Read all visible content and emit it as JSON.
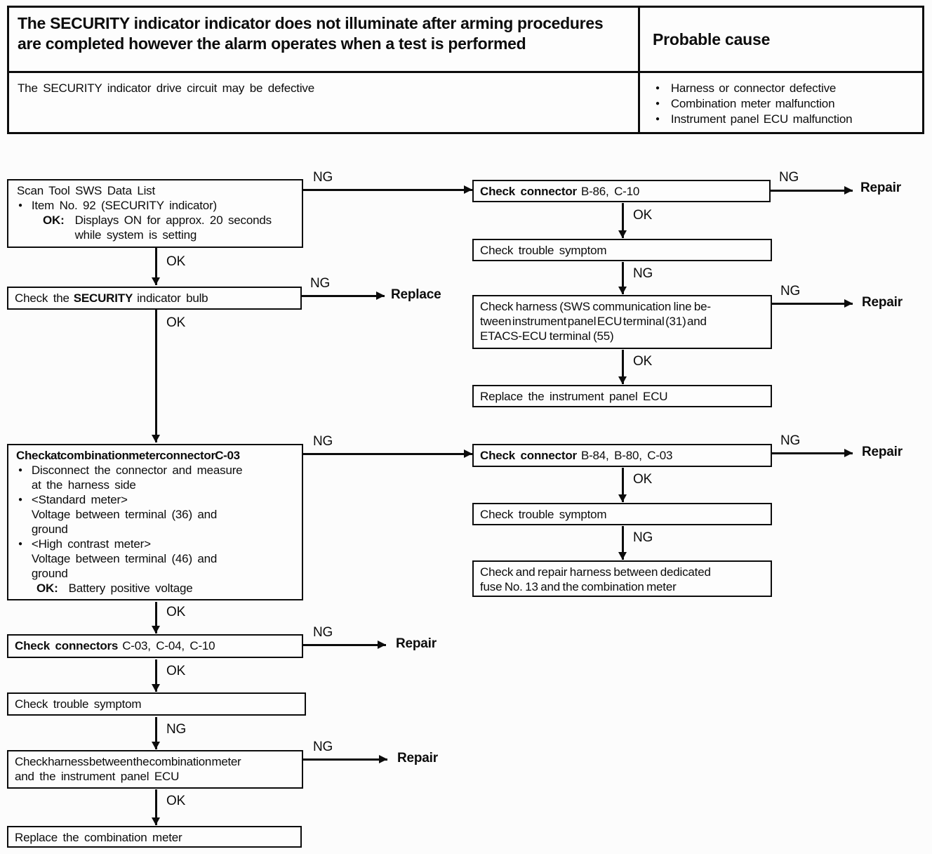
{
  "header": {
    "title": "The SECURITY indicator indicator does not illuminate after arming procedures are completed however the alarm operates when a test is performed",
    "probable_cause": "Probable cause",
    "description": "The SECURITY indicator drive circuit may be defective",
    "causes": [
      "Harness or connector defective",
      "Combination meter malfunction",
      "Instrument panel ECU malfunction"
    ]
  },
  "labels": {
    "ok": "OK",
    "ng": "NG",
    "repair": "Repair",
    "replace": "Replace"
  },
  "flow": {
    "scan_tool": {
      "title": "Scan Tool SWS Data List",
      "item": "Item No. 92 (SECURITY indicator)",
      "ok_key": "OK:",
      "ok_line1": "Displays ON for approx. 20 seconds",
      "ok_line2": "while system is setting"
    },
    "bulb": {
      "pre": "Check the",
      "bold": "SECURITY",
      "post": "indicator bulb"
    },
    "combo": {
      "title": "Check at combination meter connector C-03",
      "b1_l1": "Disconnect the connector and measure",
      "b1_l2": "at the harness side",
      "b2_l1": "<Standard meter>",
      "b2_l2": "Voltage between terminal (36) and",
      "b2_l3": "ground",
      "b3_l1": "<High contrast meter>",
      "b3_l2": "Voltage between terminal (46) and",
      "b3_l3": "ground",
      "ok_key": "OK:",
      "ok_text": "Battery positive voltage"
    },
    "connectors": {
      "bold": "Check connectors",
      "rest": "C-03, C-04, C-10"
    },
    "trouble_left": "Check trouble symptom",
    "harness_meter": {
      "l1": "Check harness between the combination meter",
      "l2": "and the instrument panel ECU"
    },
    "replace_combo": "Replace the combination meter",
    "conn_b86": {
      "bold": "Check connector",
      "rest": "B-86, C-10"
    },
    "trouble_r1": "Check trouble symptom",
    "harness_sws": {
      "l1": "Check harness (SWS communication line be-",
      "l2": "tween instrument panel ECU terminal (31) and",
      "l3": "ETACS-ECU terminal (55)"
    },
    "replace_ecu": "Replace the instrument panel ECU",
    "conn_b84": {
      "bold": "Check connector",
      "rest": "B-84, B-80, C-03"
    },
    "trouble_r2": "Check trouble symptom",
    "fuse": {
      "l1": "Check and repair harness between dedicated",
      "l2": "fuse No. 13 and the combination meter"
    }
  }
}
